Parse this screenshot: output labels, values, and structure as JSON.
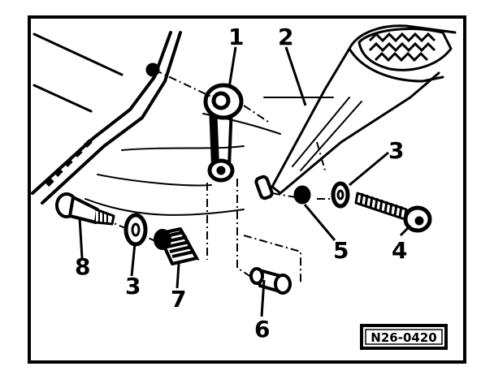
{
  "diagram": {
    "reference_code": "N26-0420",
    "callouts": {
      "c1": "1",
      "c2": "2",
      "c3a": "3",
      "c3b": "3",
      "c4": "4",
      "c5": "5",
      "c6": "6",
      "c7": "7",
      "c8": "8"
    }
  }
}
